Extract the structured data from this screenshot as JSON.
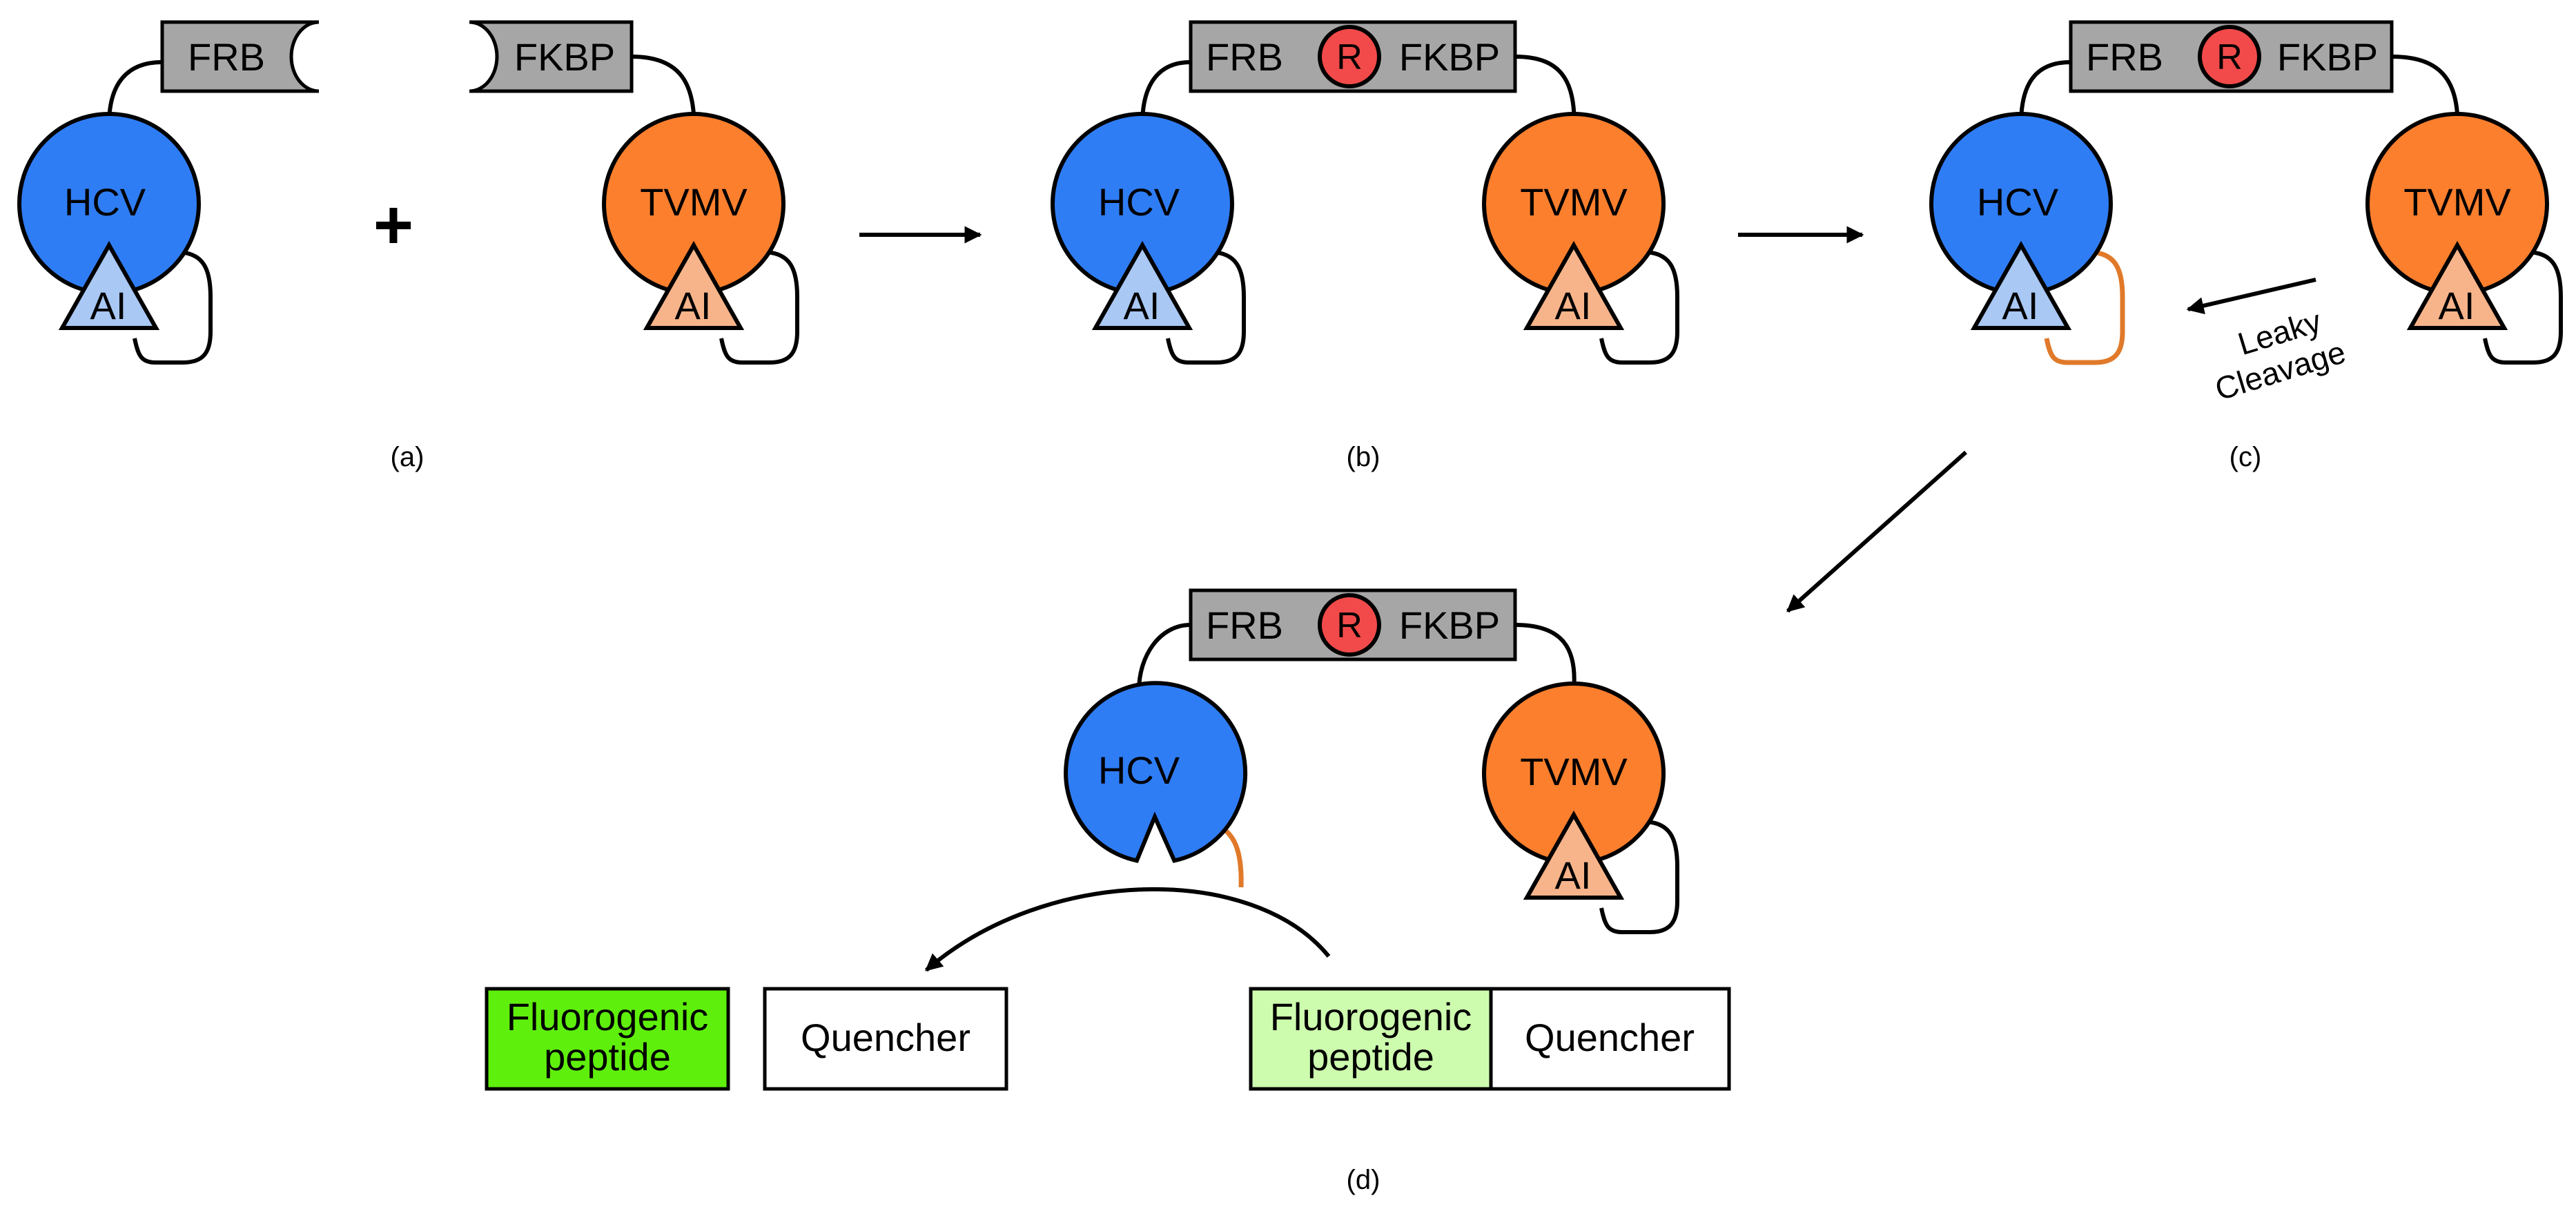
{
  "labels": {
    "frb": "FRB",
    "fkbp": "FKBP",
    "rapamycin": "R",
    "hcv": "HCV",
    "tvmv": "TVMV",
    "ai": "AI",
    "plus": "+",
    "leaky_line1": "Leaky",
    "leaky_line2": "Cleavage",
    "fluorogenic_line1": "Fluorogenic",
    "fluorogenic_line2": "peptide",
    "quencher": "Quencher"
  },
  "captions": {
    "a": "(a)",
    "b": "(b)",
    "c": "(c)",
    "d": "(d)"
  },
  "colors": {
    "hcv": "#2f7df5",
    "tvmv": "#fb7f2d",
    "ai_hcv": "#a9c8f4",
    "ai_tvmv": "#f7b48a",
    "tag": "#a6a6a6",
    "rapamycin": "#f24a4a",
    "fluorogenic_bright": "#5fef0c",
    "fluorogenic_pale": "#cdfcae",
    "quencher": "#ffffff",
    "cleaved_linker": "#e07a2a"
  }
}
